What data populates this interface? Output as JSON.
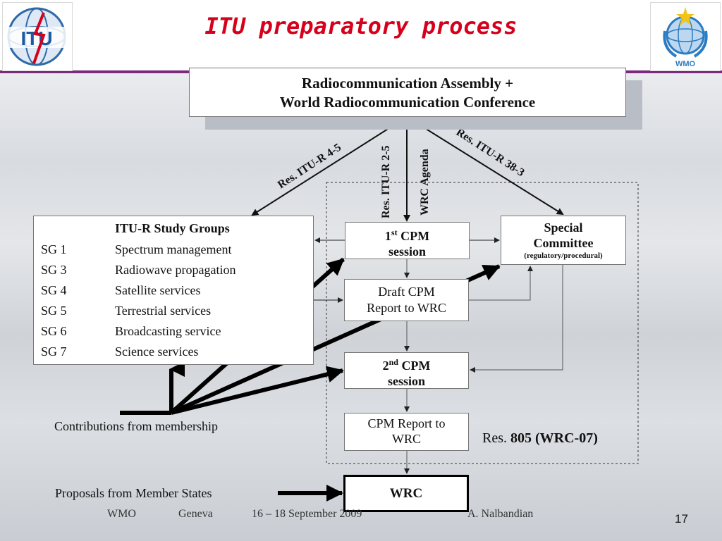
{
  "slide": {
    "title": "ITU preparatory process",
    "page_number": "17"
  },
  "logos": {
    "left": {
      "text": "ITU",
      "icon": "itu-logo-icon"
    },
    "right": {
      "text": "WMO",
      "icon": "wmo-logo-icon"
    }
  },
  "assembly": {
    "line1": "Radiocommunication Assembly +",
    "line2": "World Radiocommunication Conference"
  },
  "study_groups": {
    "title": "ITU-R Study Groups",
    "rows": [
      {
        "id": "SG 1",
        "name": "Spectrum management"
      },
      {
        "id": "SG 3",
        "name": "Radiowave propagation"
      },
      {
        "id": "SG 4",
        "name": "Satellite services"
      },
      {
        "id": "SG 5",
        "name": "Terrestrial services"
      },
      {
        "id": "SG 6",
        "name": "Broadcasting service"
      },
      {
        "id": "SG 7",
        "name": "Science services"
      }
    ]
  },
  "cpm1": {
    "ordinal": "1",
    "sup": "st",
    "rest": " CPM",
    "line2": "session"
  },
  "draft_report": {
    "line1": "Draft CPM",
    "line2": "Report to WRC"
  },
  "cpm2": {
    "ordinal": "2",
    "sup": "nd",
    "rest": " CPM",
    "line2": "session"
  },
  "cpm_report": {
    "line1": "CPM Report to",
    "line2": "WRC"
  },
  "special_committee": {
    "line1": "Special",
    "line2": "Committee",
    "line3": "(regulatory/procedural)"
  },
  "wrc": {
    "label": "WRC"
  },
  "resolution_805": {
    "prefix": "Res. ",
    "bold": "805 (WRC-07)"
  },
  "edge_labels": {
    "res_4_5": "Res. ITU-R 4-5",
    "res_2_5": "Res. ITU-R 2-5",
    "wrc_agenda": "WRC Agenda",
    "res_38_3": "Res. ITU-R 38-3"
  },
  "contributions": "Contributions from membership",
  "proposals": "Proposals from Member States",
  "footer": {
    "org": "WMO",
    "city": "Geneva",
    "dates": "16 – 18 September 2009",
    "author": "A. Nalbandian"
  }
}
